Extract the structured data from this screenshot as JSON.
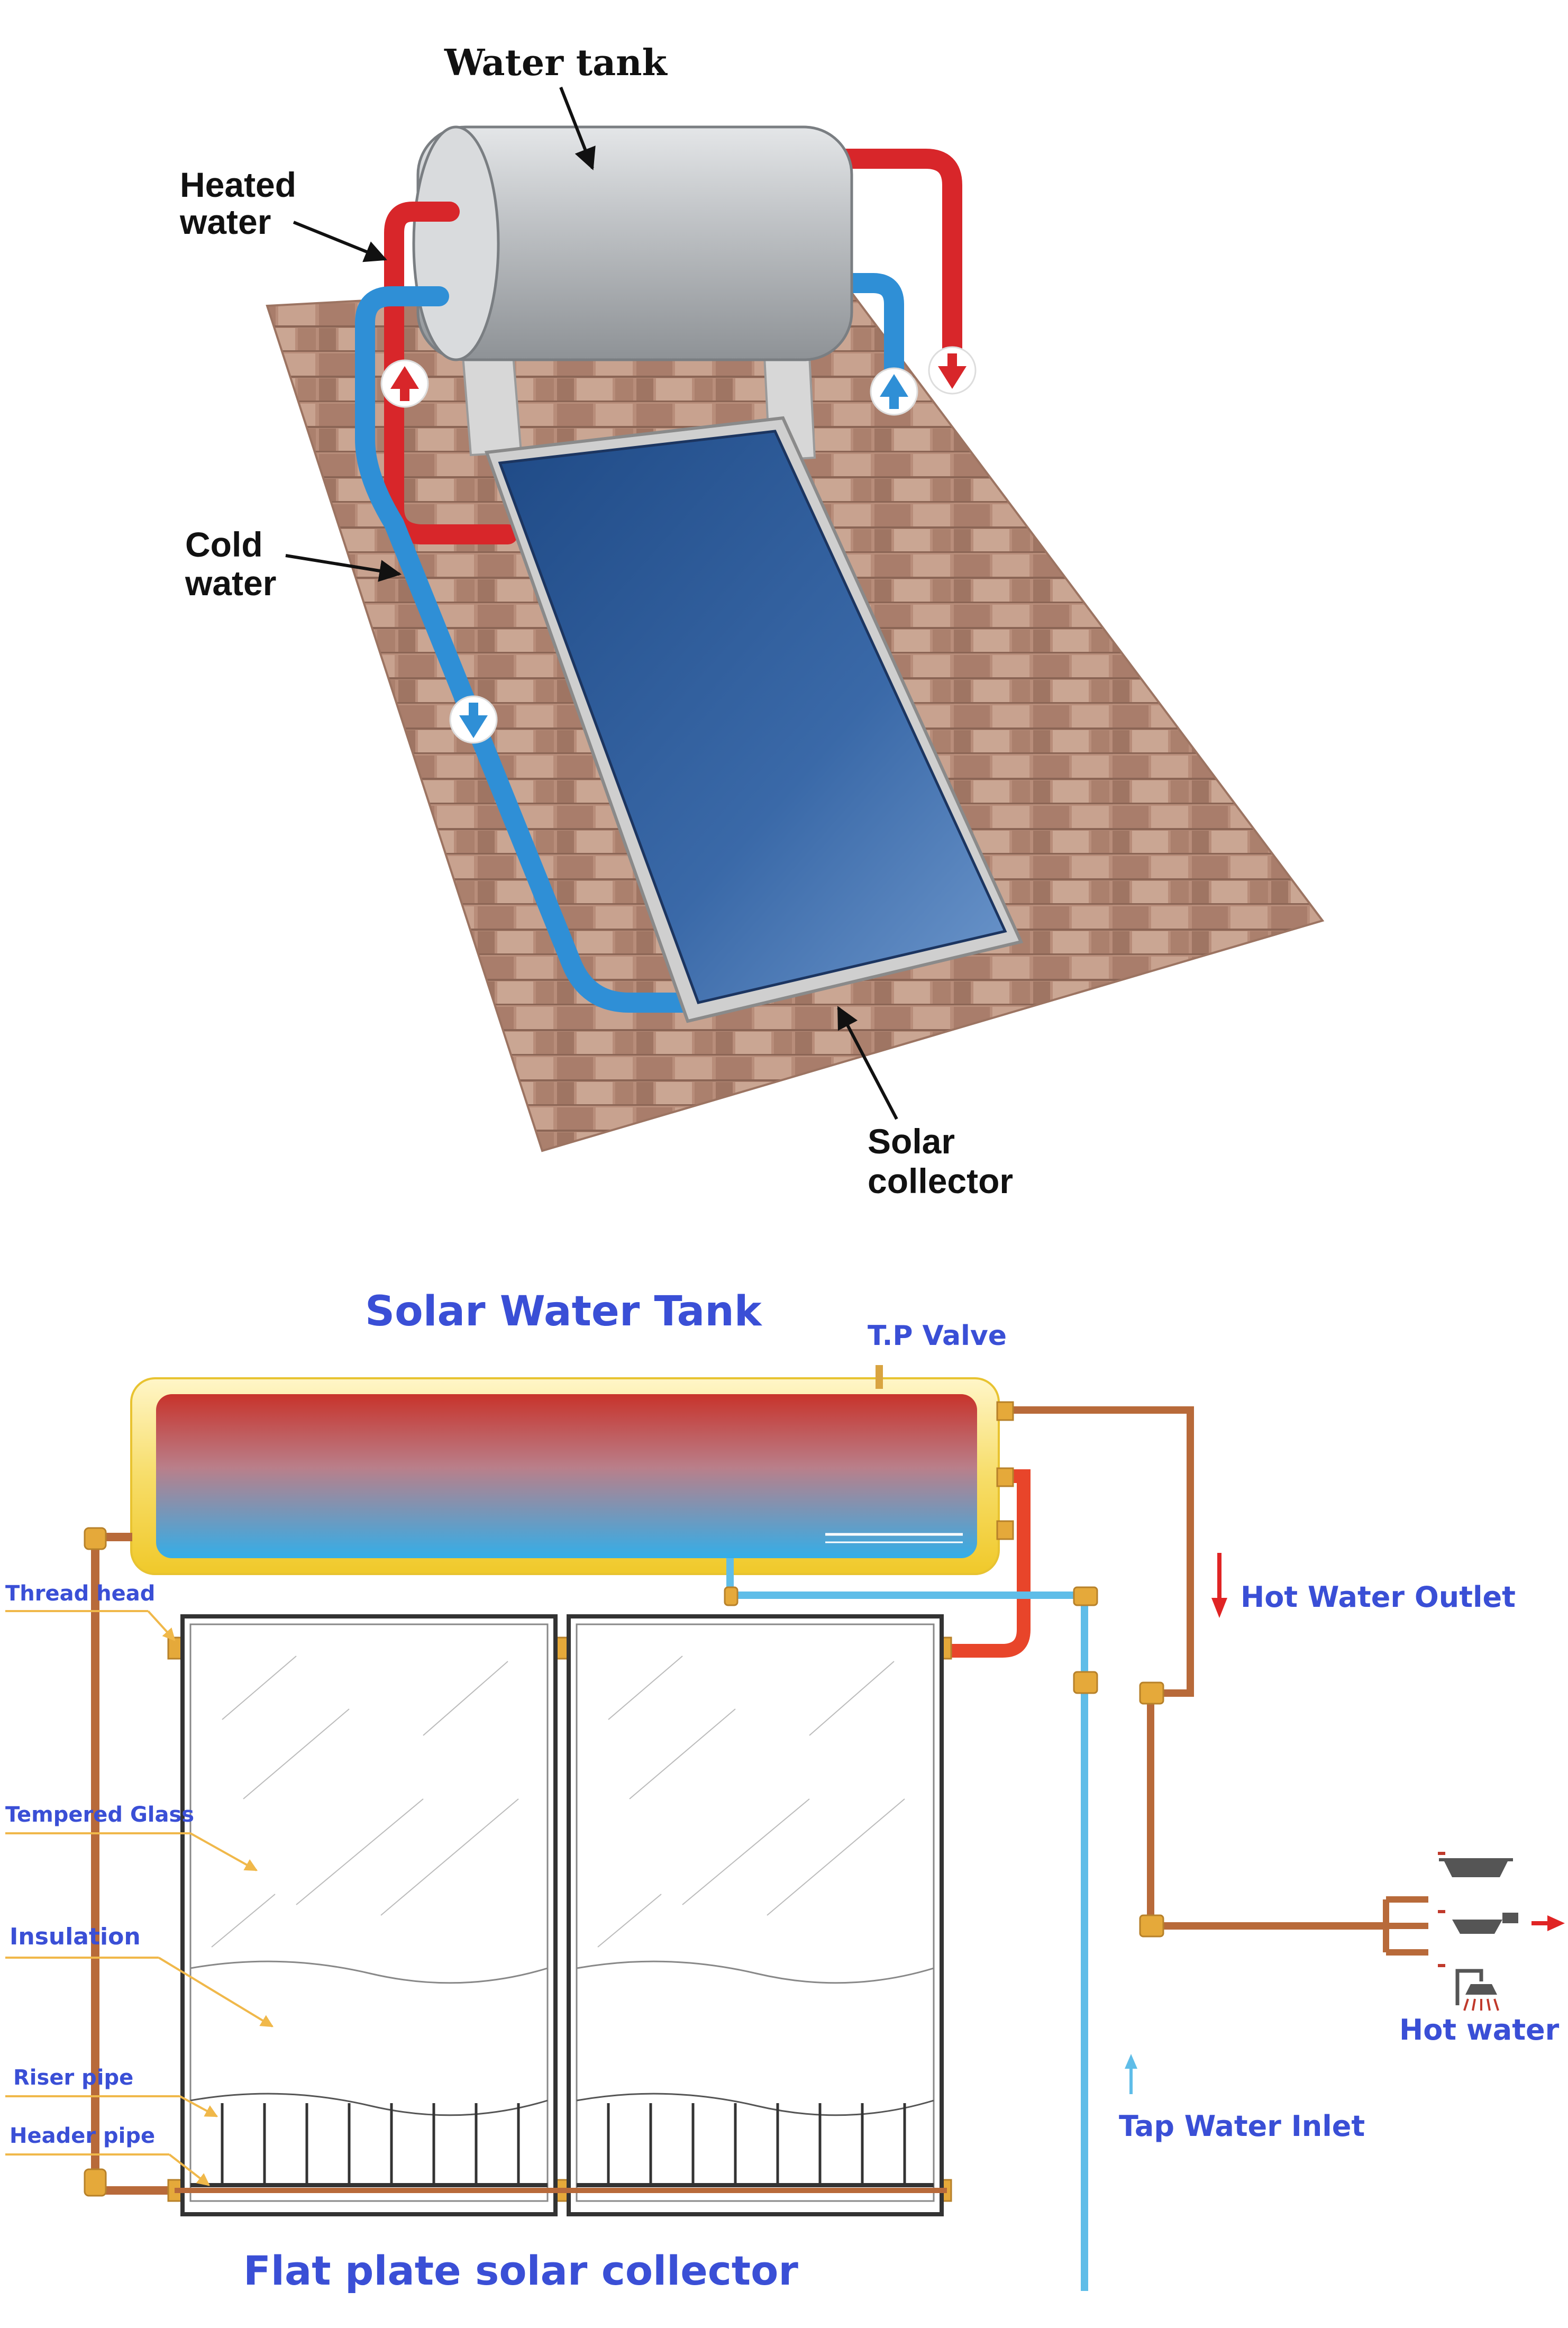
{
  "top_diagram": {
    "labels": {
      "water_tank": "Water tank",
      "heated_water_line1": "Heated",
      "heated_water_line2": "water",
      "cold_water_line1": "Cold",
      "cold_water_line2": "water",
      "solar_collector_line1": "Solar",
      "solar_collector_line2": "collector"
    }
  },
  "bottom_diagram": {
    "title": "Solar Water Tank",
    "footer_title": "Flat plate solar collector",
    "labels": {
      "tp_valve": "T.P Valve",
      "thread_head": "Thread head",
      "tempered_glass": "Tempered Glass",
      "insulation": "Insulation",
      "riser_pipe": "Riser pipe",
      "header_pipe": "Header pipe",
      "hot_water_outlet": "Hot Water Outlet",
      "hot_water": "Hot water",
      "tap_water_inlet": "Tap Water Inlet"
    }
  },
  "colors": {
    "label_blue": "#3a4fd6",
    "hot_red": "#e02424",
    "cold_blue": "#2a8fd6",
    "copper": "#b86a3a",
    "leader_gold": "#f0b84a"
  }
}
